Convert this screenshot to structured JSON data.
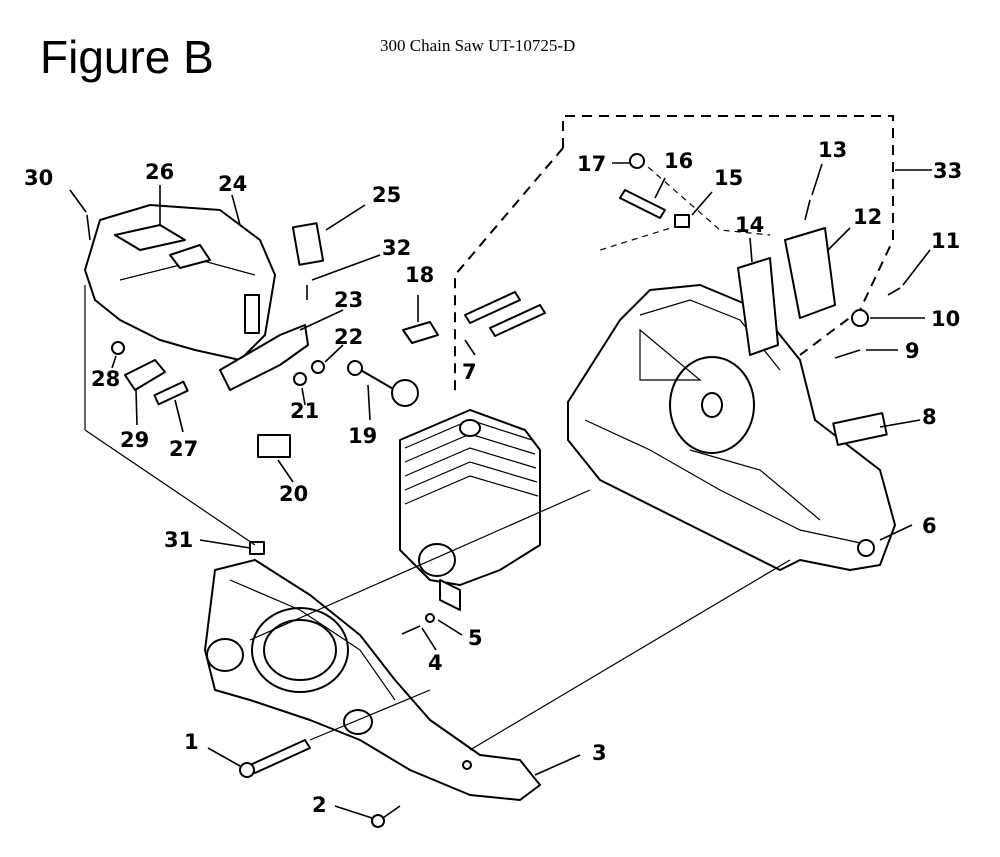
{
  "figure": {
    "title": "Figure B",
    "subtitle": "300 Chain Saw UT-10725-D"
  },
  "callouts": [
    "1",
    "2",
    "3",
    "4",
    "5",
    "6",
    "7",
    "8",
    "9",
    "10",
    "11",
    "12",
    "13",
    "14",
    "15",
    "16",
    "17",
    "18",
    "19",
    "20",
    "21",
    "22",
    "23",
    "24",
    "25",
    "26",
    "27",
    "28",
    "29",
    "30",
    "31",
    "32",
    "33"
  ]
}
